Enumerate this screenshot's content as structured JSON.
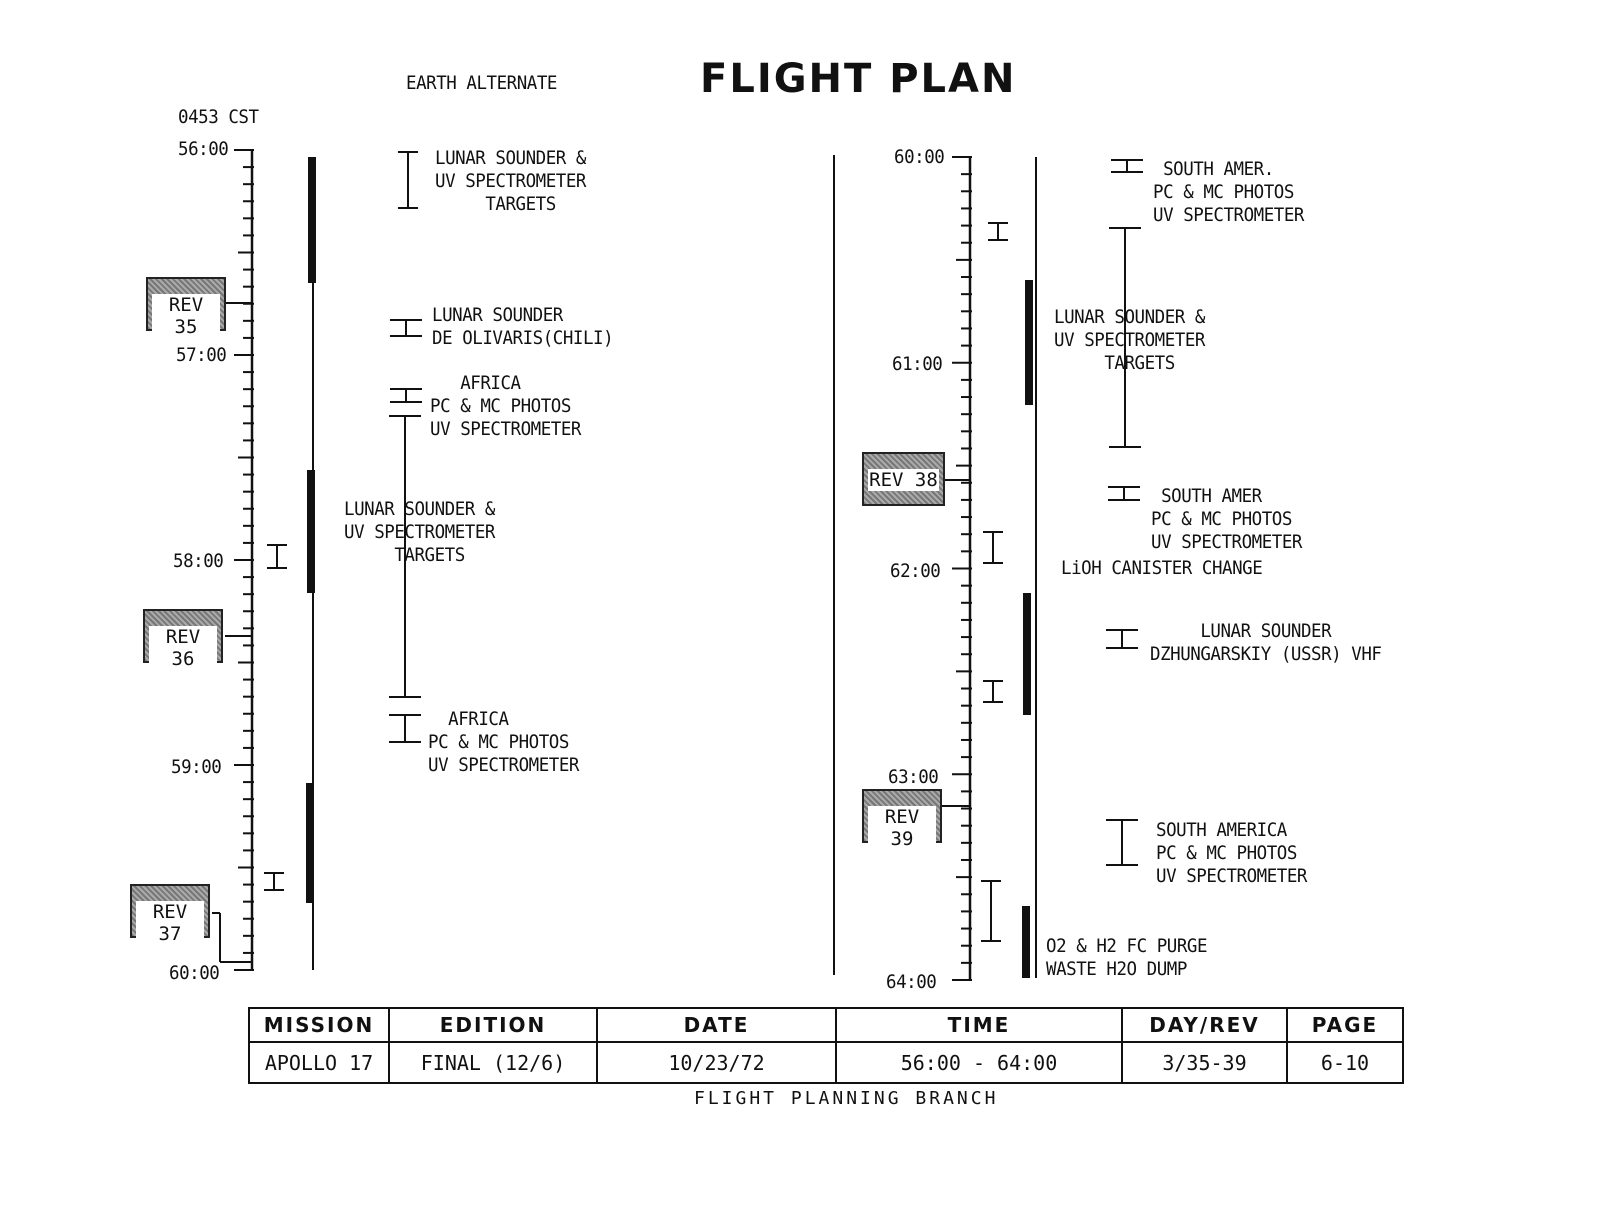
{
  "header": {
    "title": "FLIGHT PLAN",
    "subtitle": "EARTH ALTERNATE",
    "clock": "0453 CST"
  },
  "left_axis": {
    "labels": [
      "56:00",
      "57:00",
      "58:00",
      "59:00",
      "60:00"
    ]
  },
  "right_axis": {
    "labels": [
      "60:00",
      "61:00",
      "62:00",
      "63:00",
      "64:00"
    ]
  },
  "revs": [
    "REV 35",
    "REV 36",
    "REV 37",
    "REV 38",
    "REV 39"
  ],
  "events_left": [
    "LUNAR SOUNDER &\nUV SPECTROMETER\n     TARGETS",
    "LUNAR SOUNDER\nDE OLIVARIS(CHILI)",
    "   AFRICA\nPC & MC PHOTOS\nUV SPECTROMETER",
    "LUNAR SOUNDER &\nUV SPECTROMETER\n     TARGETS",
    "  AFRICA\nPC & MC PHOTOS\nUV SPECTROMETER"
  ],
  "events_right": [
    " SOUTH AMER.\nPC & MC PHOTOS\nUV SPECTROMETER",
    "LUNAR SOUNDER &\nUV SPECTROMETER\n     TARGETS",
    " SOUTH AMER\nPC & MC PHOTOS\nUV SPECTROMETER",
    "LiOH CANISTER CHANGE",
    "     LUNAR SOUNDER\nDZHUNGARSKIY (USSR) VHF",
    "SOUTH AMERICA\nPC & MC PHOTOS\nUV SPECTROMETER",
    "O2 & H2 FC PURGE\nWASTE H2O DUMP"
  ],
  "table": {
    "headers": [
      "MISSION",
      "EDITION",
      "DATE",
      "TIME",
      "DAY/REV",
      "PAGE"
    ],
    "values": [
      "APOLLO 17",
      "FINAL (12/6)",
      "10/23/72",
      "56:00 - 64:00",
      "3/35-39",
      "6-10"
    ]
  },
  "footer": "FLIGHT PLANNING BRANCH"
}
